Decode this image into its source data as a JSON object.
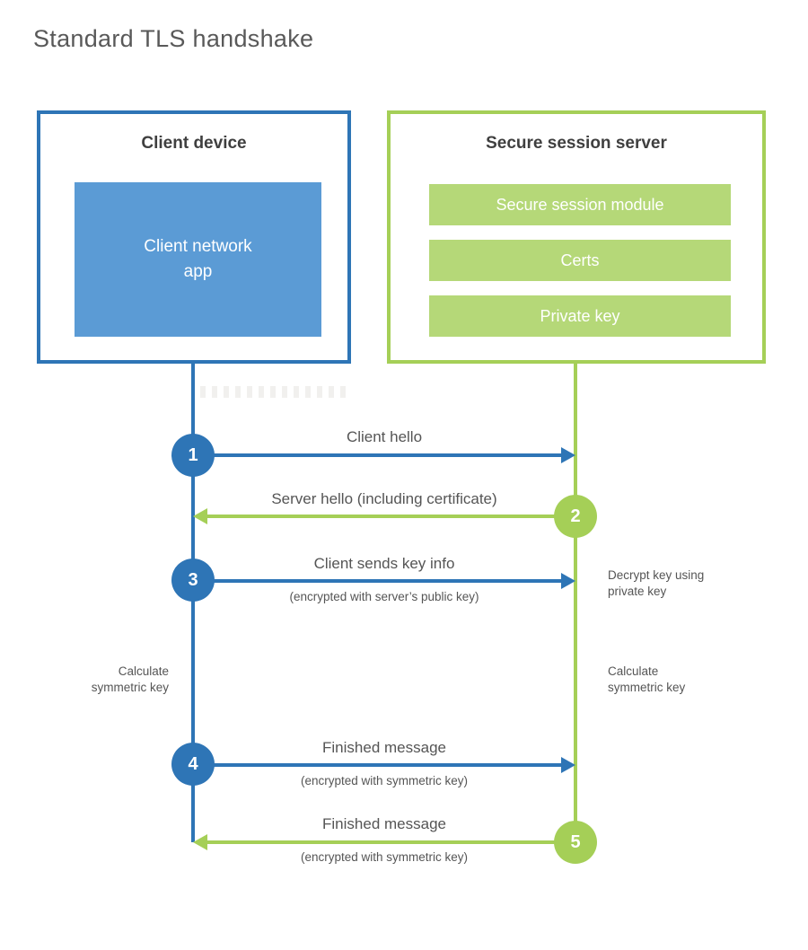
{
  "page": {
    "title": "Standard TLS handshake"
  },
  "colors": {
    "blue": "#2e75b6",
    "blue_fill": "#5b9bd5",
    "green": "#a5cf57",
    "green_fill": "#b5d878",
    "text_gray": "#555555",
    "heading_gray": "#3f3f3f"
  },
  "client": {
    "title": "Client device",
    "app_label": "Client network\napp"
  },
  "server": {
    "title": "Secure session server",
    "modules": [
      "Secure session module",
      "Certs",
      "Private key"
    ]
  },
  "steps": [
    {
      "number": "1",
      "label": "Client hello",
      "sublabel": "",
      "direction": "right",
      "actor": "client"
    },
    {
      "number": "2",
      "label": "Server hello (including certificate)",
      "sublabel": "",
      "direction": "left",
      "actor": "server"
    },
    {
      "number": "3",
      "label": "Client sends key info",
      "sublabel": "(encrypted with server’s public key)",
      "direction": "right",
      "actor": "client"
    },
    {
      "number": "4",
      "label": "Finished message",
      "sublabel": "(encrypted with symmetric key)",
      "direction": "right",
      "actor": "client"
    },
    {
      "number": "5",
      "label": "Finished message",
      "sublabel": "(encrypted with symmetric key)",
      "direction": "left",
      "actor": "server"
    }
  ],
  "annotations": {
    "decrypt": "Decrypt key using\nprivate key",
    "calc_left": "Calculate\nsymmetric key",
    "calc_right": "Calculate\nsymmetric key"
  }
}
